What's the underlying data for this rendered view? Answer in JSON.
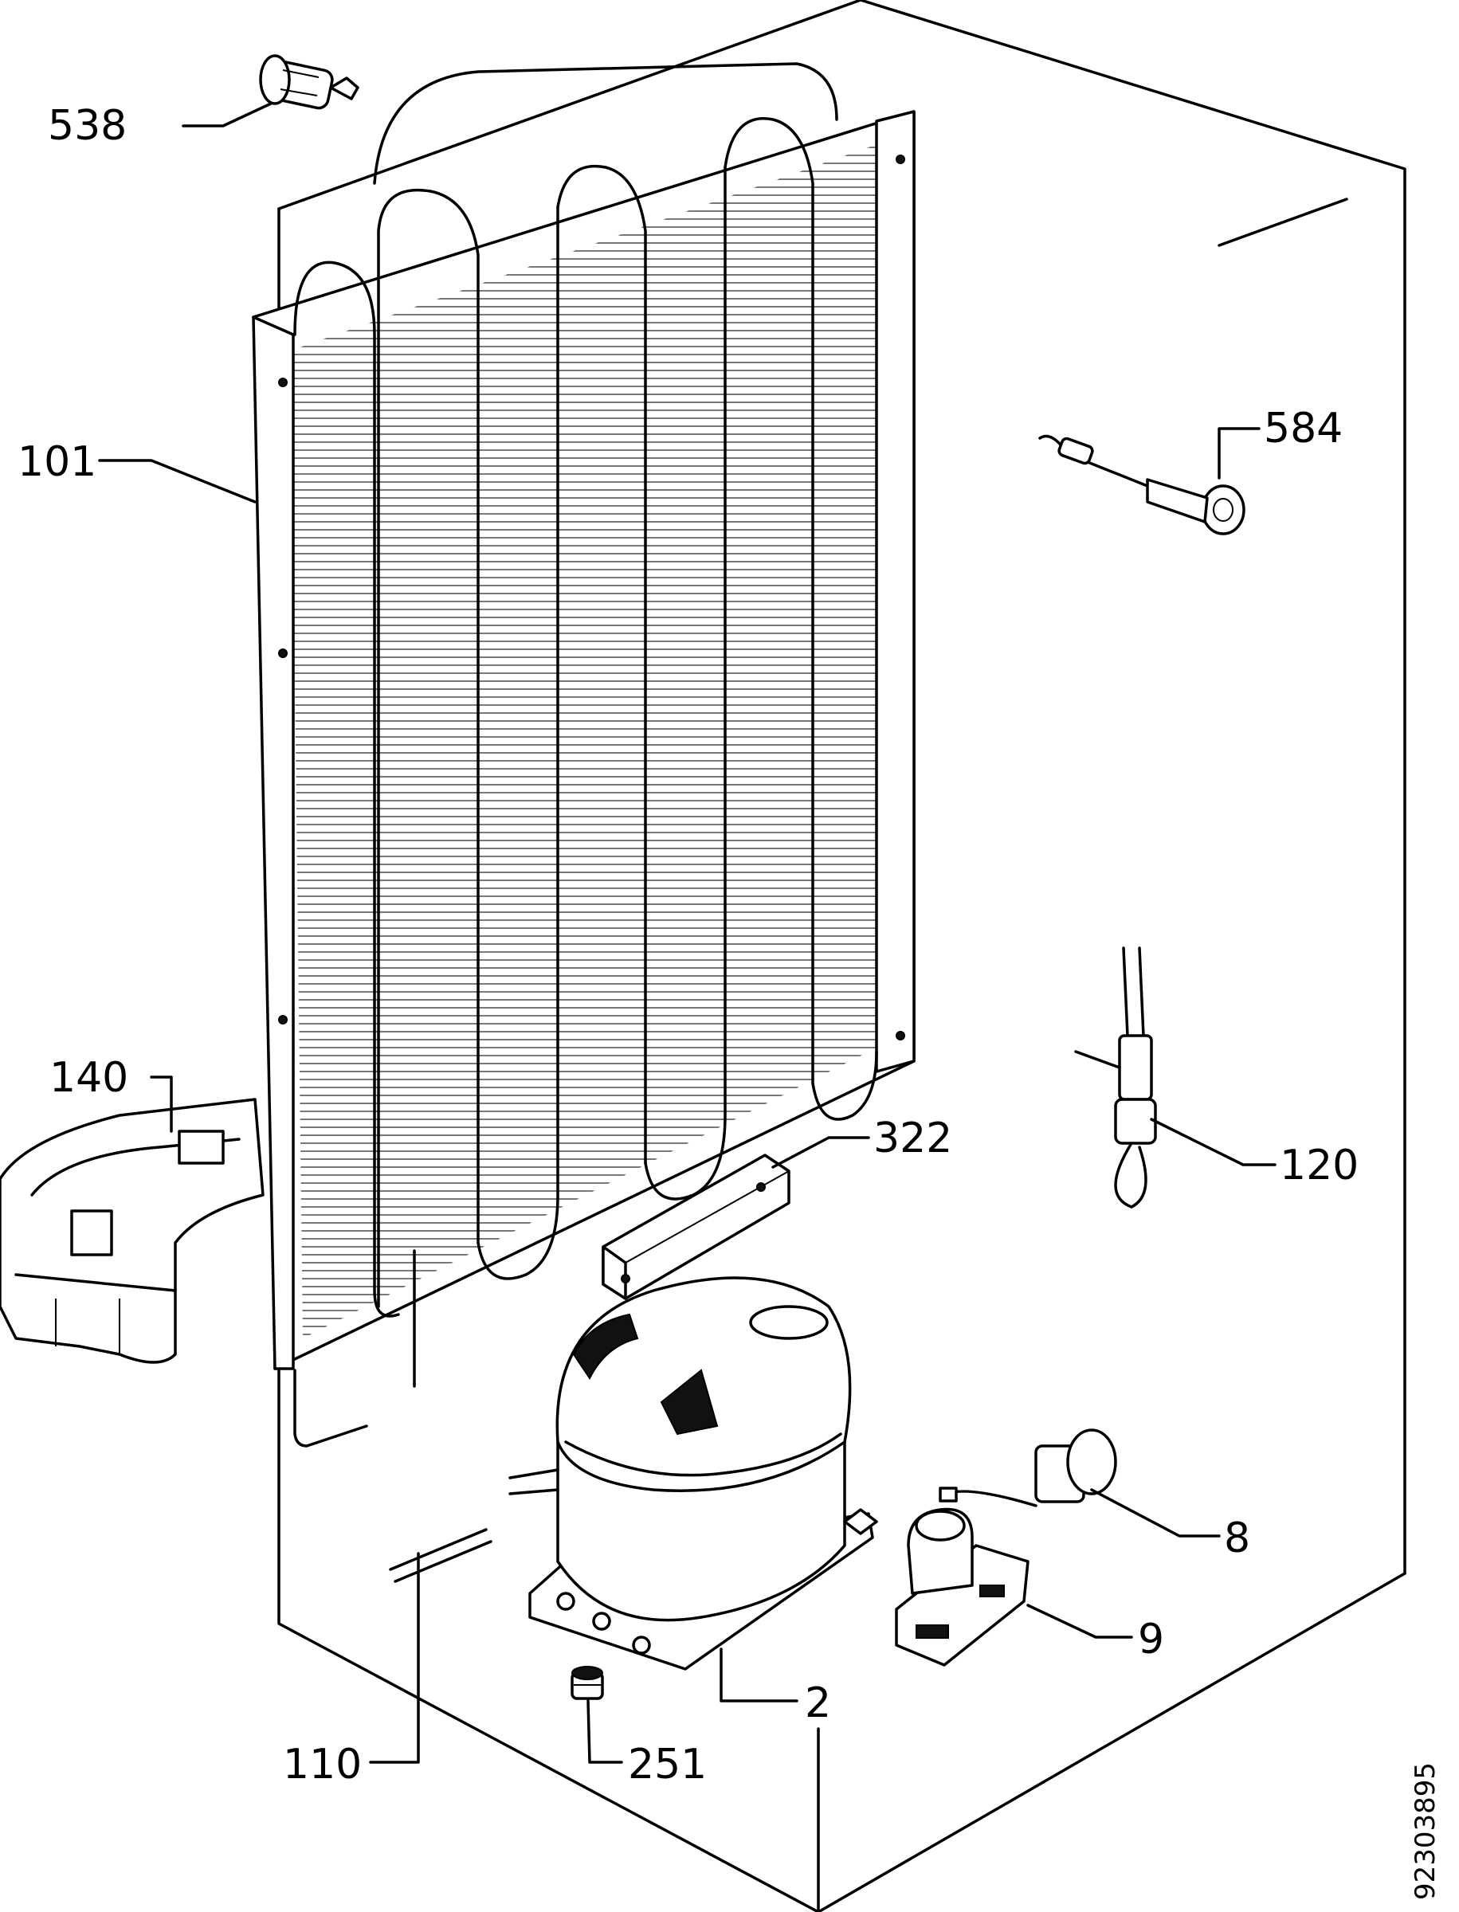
{
  "parts": [
    {
      "key": "p538",
      "number": "538"
    },
    {
      "key": "p101",
      "number": "101"
    },
    {
      "key": "p584",
      "number": "584"
    },
    {
      "key": "p140",
      "number": "140"
    },
    {
      "key": "p322",
      "number": "322"
    },
    {
      "key": "p120",
      "number": "120"
    },
    {
      "key": "p8",
      "number": "8"
    },
    {
      "key": "p9",
      "number": "9"
    },
    {
      "key": "p2",
      "number": "2"
    },
    {
      "key": "p110",
      "number": "110"
    },
    {
      "key": "p251",
      "number": "251"
    }
  ],
  "drawing_code": "92303895"
}
